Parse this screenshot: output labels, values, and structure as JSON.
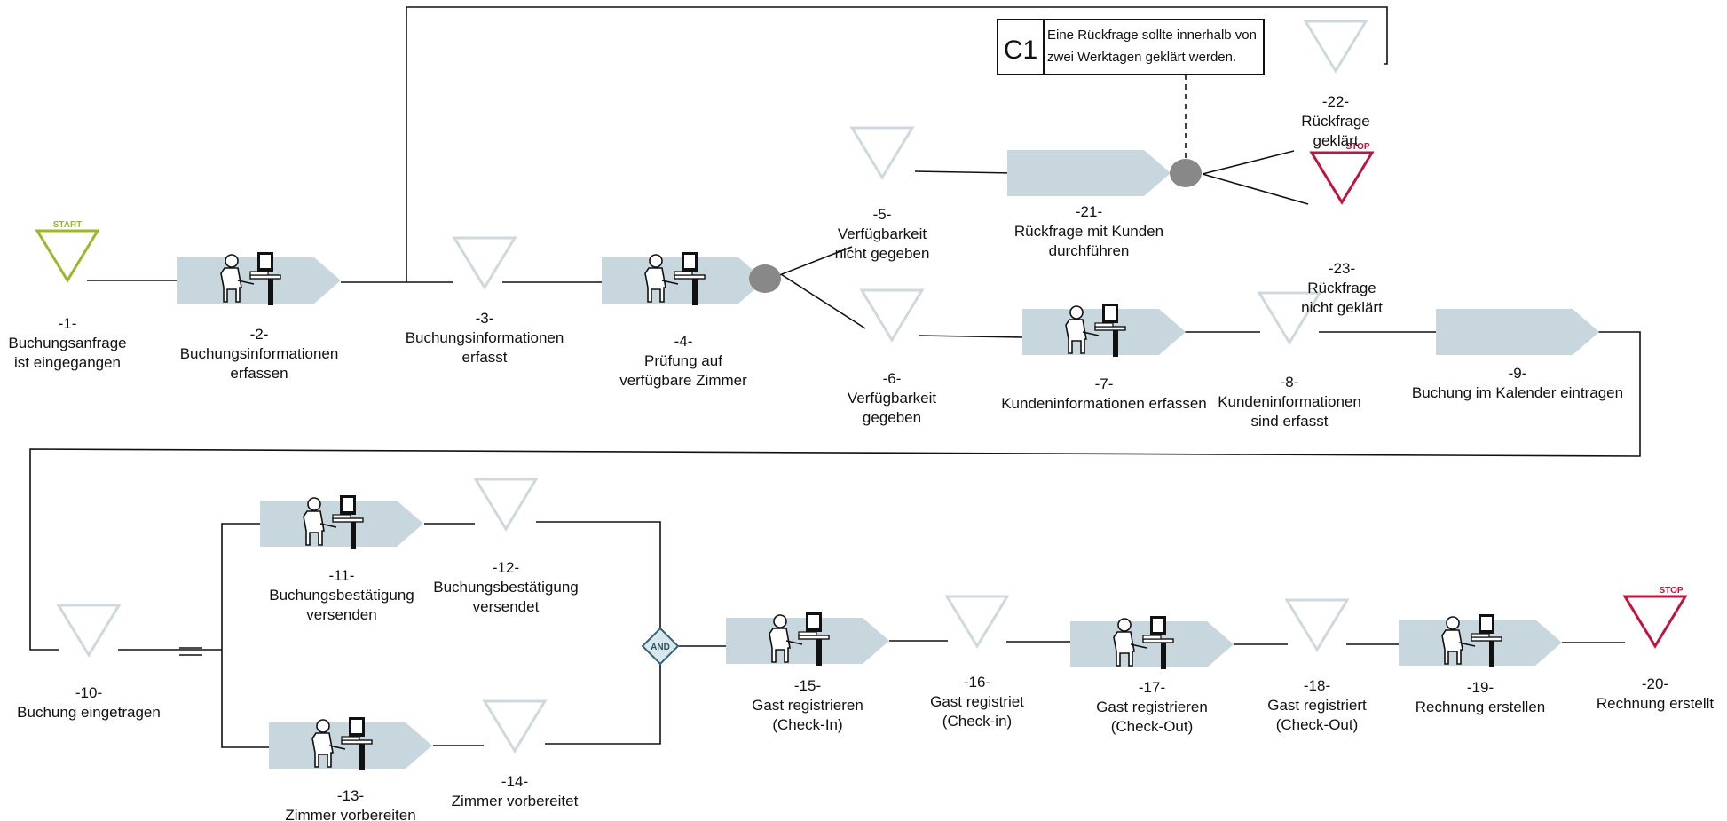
{
  "colors": {
    "process_fill": "#c8d6dd",
    "event_stroke": "#cfd8dc",
    "start_color": "#9bb82a",
    "stop_color": "#c0143c",
    "connector_fill": "#888888",
    "and_fill": "#d7e7ee",
    "and_stroke": "#3a6170",
    "line": "#111111"
  },
  "note": {
    "id": "C1",
    "text_line1": "Eine Rückfrage sollte innerhalb von",
    "text_line2": "zwei Werktagen geklärt werden."
  },
  "markers": {
    "start": "START",
    "stop": "STOP",
    "and": "AND"
  },
  "nodes": [
    {
      "id": "n1",
      "kind": "start-event",
      "label": [
        "-1-",
        "Buchungsanfrage",
        "ist eingegangen"
      ]
    },
    {
      "id": "n2",
      "kind": "process-person",
      "label": [
        "-2-",
        "Buchungsinformationen",
        "erfassen"
      ]
    },
    {
      "id": "n3",
      "kind": "event",
      "label": [
        "-3-",
        "Buchungsinformationen",
        "erfasst"
      ]
    },
    {
      "id": "n4",
      "kind": "process-person",
      "label": [
        "-4-",
        "Prüfung auf",
        "verfügbare Zimmer"
      ]
    },
    {
      "id": "n5",
      "kind": "event",
      "label": [
        "-5-",
        "Verfügbarkeit",
        "nicht gegeben"
      ]
    },
    {
      "id": "n6",
      "kind": "event",
      "label": [
        "-6-",
        "Verfügbarkeit",
        "gegeben"
      ]
    },
    {
      "id": "n7",
      "kind": "process-person",
      "label": [
        "-7-",
        "Kundeninformationen erfassen"
      ]
    },
    {
      "id": "n8",
      "kind": "event",
      "label": [
        "-8-",
        "Kundeninformationen",
        "sind erfasst"
      ]
    },
    {
      "id": "n9",
      "kind": "process",
      "label": [
        "-9-",
        "Buchung im Kalender eintragen"
      ]
    },
    {
      "id": "n10",
      "kind": "event",
      "label": [
        "-10-",
        "Buchung eingetragen"
      ]
    },
    {
      "id": "n11",
      "kind": "process-person",
      "label": [
        "-11-",
        "Buchungsbestätigung",
        "versenden"
      ]
    },
    {
      "id": "n12",
      "kind": "event",
      "label": [
        "-12-",
        "Buchungsbestätigung",
        "versendet"
      ]
    },
    {
      "id": "n13",
      "kind": "process-person",
      "label": [
        "-13-",
        "Zimmer vorbereiten"
      ]
    },
    {
      "id": "n14",
      "kind": "event",
      "label": [
        "-14-",
        "Zimmer vorbereitet"
      ]
    },
    {
      "id": "n15",
      "kind": "process-person",
      "label": [
        "-15-",
        "Gast registrieren",
        "(Check-In)"
      ]
    },
    {
      "id": "n16",
      "kind": "event",
      "label": [
        "-16-",
        "Gast registriet",
        "(Check-in)"
      ]
    },
    {
      "id": "n17",
      "kind": "process-person",
      "label": [
        "-17-",
        "Gast registrieren",
        "(Check-Out)"
      ]
    },
    {
      "id": "n18",
      "kind": "event",
      "label": [
        "-18-",
        "Gast registriert",
        "(Check-Out)"
      ]
    },
    {
      "id": "n19",
      "kind": "process-person",
      "label": [
        "-19-",
        "Rechnung erstellen"
      ]
    },
    {
      "id": "n20",
      "kind": "stop-event",
      "label": [
        "-20-",
        "Rechnung erstellt"
      ]
    },
    {
      "id": "n21",
      "kind": "process",
      "label": [
        "-21-",
        "Rückfrage mit Kunden",
        "durchführen"
      ]
    },
    {
      "id": "n22",
      "kind": "event",
      "label": [
        "-22-",
        "Rückfrage",
        "geklärt"
      ]
    },
    {
      "id": "n23",
      "kind": "stop-event",
      "label": [
        "-23-",
        "Rückfrage",
        "nicht geklärt"
      ]
    }
  ],
  "edges": [
    [
      "n1",
      "n2"
    ],
    [
      "n2",
      "n3"
    ],
    [
      "n3",
      "n4"
    ],
    [
      "n4",
      "n5"
    ],
    [
      "n4",
      "n6"
    ],
    [
      "n5",
      "n21"
    ],
    [
      "n21",
      "n22"
    ],
    [
      "n21",
      "n23"
    ],
    [
      "n22",
      "n2"
    ],
    [
      "n6",
      "n7"
    ],
    [
      "n7",
      "n8"
    ],
    [
      "n8",
      "n9"
    ],
    [
      "n9",
      "n10"
    ],
    [
      "n10",
      "n11"
    ],
    [
      "n10",
      "n13"
    ],
    [
      "n11",
      "n12"
    ],
    [
      "n13",
      "n14"
    ],
    [
      "n12",
      "n15"
    ],
    [
      "n14",
      "n15"
    ],
    [
      "n15",
      "n16"
    ],
    [
      "n16",
      "n17"
    ],
    [
      "n17",
      "n18"
    ],
    [
      "n18",
      "n19"
    ],
    [
      "n19",
      "n20"
    ]
  ]
}
